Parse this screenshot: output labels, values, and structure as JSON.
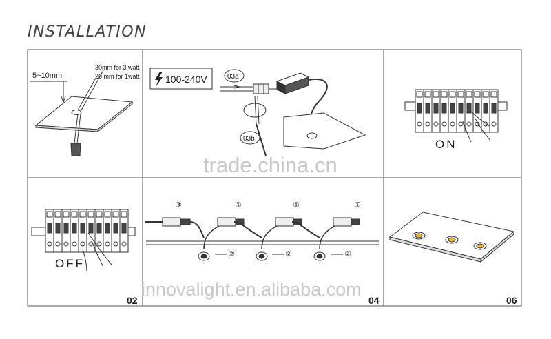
{
  "title": "INSTALLATION",
  "panel1": {
    "gap": "5~10mm",
    "note_3w": "30mm for 3 watt",
    "note_1w": "20 mm for 1watt"
  },
  "panel2": {
    "voltage": "100-240V",
    "label_a": "03a",
    "label_b": "03b"
  },
  "panel3": {
    "state": "ON"
  },
  "panel4": {
    "state": "OFF",
    "number": "02"
  },
  "panel5": {
    "number": "04",
    "marks": [
      "③",
      "①",
      "①",
      "①",
      "②",
      "②",
      "②"
    ]
  },
  "panel6": {
    "number": "06"
  },
  "watermarks": [
    "trade.china.cn",
    "innovalight.en.alibaba.com"
  ],
  "colors": {
    "line": "#333333",
    "light": "#e6b93a"
  }
}
